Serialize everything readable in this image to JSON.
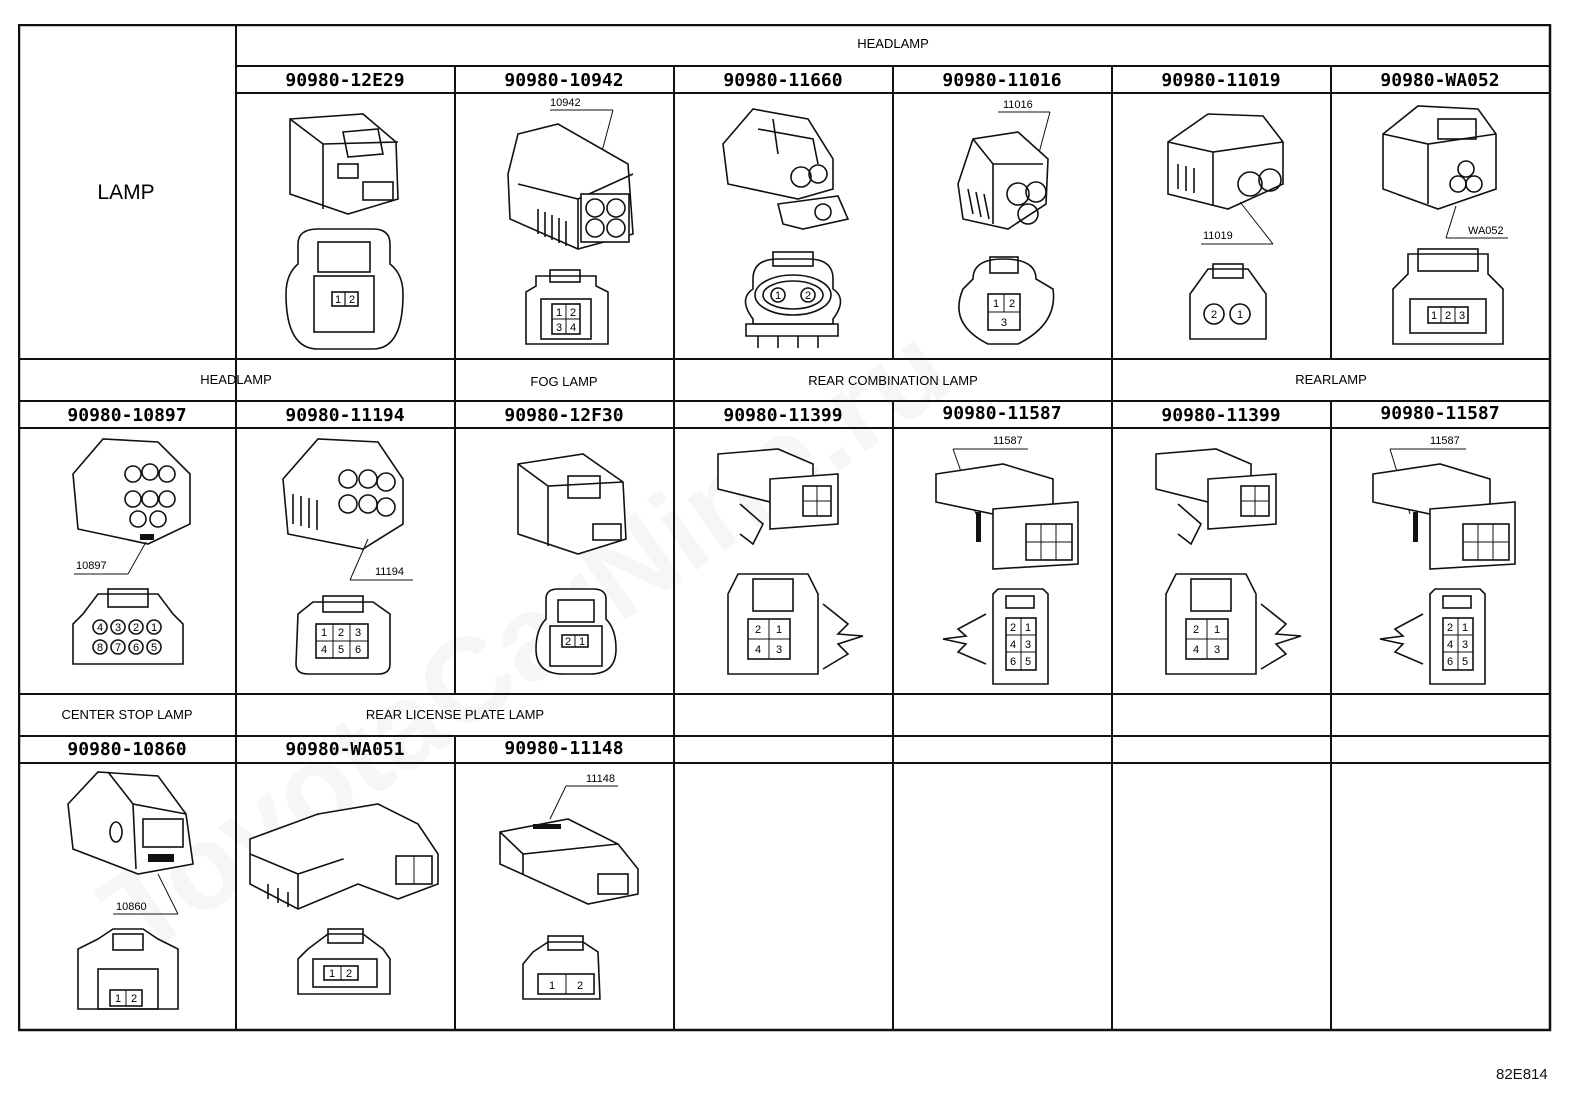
{
  "side_label": "LAMP",
  "figure_code": "82E814",
  "rows": [
    {
      "groups": [
        {
          "title": "HEADLAMP",
          "span": 6
        }
      ],
      "cells": [
        {
          "part": "90980-12E29",
          "callout": "",
          "pins": [
            "1",
            "2"
          ]
        },
        {
          "part": "90980-10942",
          "callout": "10942",
          "pins": [
            "1",
            "2",
            "3",
            "4"
          ]
        },
        {
          "part": "90980-11660",
          "callout": "",
          "pins": [
            "1",
            "2"
          ]
        },
        {
          "part": "90980-11016",
          "callout": "11016",
          "pins": [
            "1",
            "2",
            "3"
          ]
        },
        {
          "part": "90980-11019",
          "callout": "11019",
          "pins": [
            "2",
            "1"
          ]
        },
        {
          "part": "90980-WA052",
          "callout": "WA052",
          "pins": [
            "1",
            "2",
            "3"
          ]
        }
      ]
    },
    {
      "groups": [
        {
          "title": "HEADLAMP",
          "span": 2
        },
        {
          "title": "FOG LAMP",
          "span": 1
        },
        {
          "title": "REAR COMBINATION LAMP",
          "span": 2
        },
        {
          "title": "REARLAMP",
          "span": 2
        }
      ],
      "cells": [
        {
          "part": "90980-10897",
          "callout": "10897",
          "pins": [
            "4",
            "3",
            "2",
            "1",
            "8",
            "7",
            "6",
            "5"
          ]
        },
        {
          "part": "90980-11194",
          "callout": "11194",
          "pins": [
            "1",
            "2",
            "3",
            "4",
            "5",
            "6"
          ]
        },
        {
          "part": "90980-12F30",
          "callout": "",
          "pins": [
            "2",
            "1"
          ]
        },
        {
          "part": "90980-11399",
          "callout": "",
          "pins": [
            "2",
            "1",
            "4",
            "3"
          ]
        },
        {
          "part": "90980-11587",
          "callout": "11587",
          "pins": [
            "2",
            "1",
            "4",
            "3",
            "6",
            "5"
          ]
        },
        {
          "part": "90980-11399",
          "callout": "",
          "pins": [
            "2",
            "1",
            "4",
            "3"
          ]
        },
        {
          "part": "90980-11587",
          "callout": "11587",
          "pins": [
            "2",
            "1",
            "4",
            "3",
            "6",
            "5"
          ]
        }
      ]
    },
    {
      "groups": [
        {
          "title": "CENTER STOP LAMP",
          "span": 1
        },
        {
          "title": "REAR LICENSE PLATE LAMP",
          "span": 2
        }
      ],
      "cells": [
        {
          "part": "90980-10860",
          "callout": "10860",
          "pins": [
            "1",
            "2"
          ]
        },
        {
          "part": "90980-WA051",
          "callout": "",
          "pins": [
            "1",
            "2"
          ]
        },
        {
          "part": "90980-11148",
          "callout": "11148",
          "pins": [
            "1",
            "2"
          ]
        }
      ]
    }
  ]
}
